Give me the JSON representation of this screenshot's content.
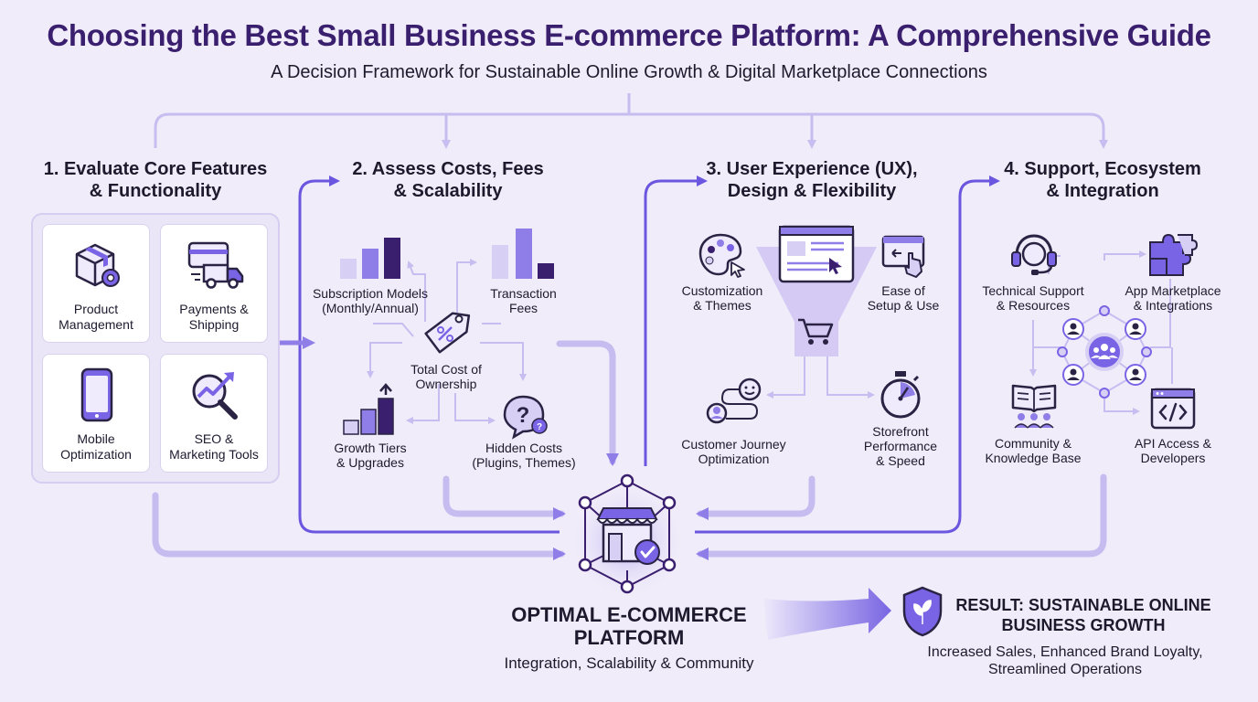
{
  "header": {
    "title": "Choosing the Best Small Business E-commerce Platform: A Comprehensive Guide",
    "subtitle": "A Decision Framework for Sustainable Online Growth & Digital Marketplace Connections"
  },
  "sections": [
    {
      "line1": "1. Evaluate Core Features",
      "line2": "& Functionality"
    },
    {
      "line1": "2. Assess Costs, Fees",
      "line2": "& Scalability"
    },
    {
      "line1": "3. User Experience (UX),",
      "line2": "Design & Flexibility"
    },
    {
      "line1": "4. Support, Ecosystem",
      "line2": "& Integration"
    }
  ],
  "features": [
    {
      "line1": "Product",
      "line2": "Management",
      "icon": "box-gear-icon"
    },
    {
      "line1": "Payments &",
      "line2": "Shipping",
      "icon": "card-truck-icon"
    },
    {
      "line1": "Mobile",
      "line2": "Optimization",
      "icon": "mobile-icon"
    },
    {
      "line1": "SEO &",
      "line2": "Marketing Tools",
      "icon": "seo-magnifier-icon"
    }
  ],
  "costs": {
    "subscription": {
      "line1": "Subscription Models",
      "line2": "(Monthly/Annual)"
    },
    "transaction": {
      "line1": "Transaction",
      "line2": "Fees"
    },
    "tco": {
      "line1": "Total Cost of",
      "line2": "Ownership"
    },
    "growth": {
      "line1": "Growth Tiers",
      "line2": "& Upgrades"
    },
    "hidden": {
      "line1": "Hidden Costs",
      "line2": "(Plugins, Themes)"
    }
  },
  "ux": {
    "customization": {
      "line1": "Customization",
      "line2": "& Themes"
    },
    "ease": {
      "line1": "Ease of",
      "line2": "Setup & Use"
    },
    "journey": {
      "line1": "Customer Journey",
      "line2": "Optimization"
    },
    "performance": {
      "line1": "Storefront",
      "line2": "Performance",
      "line3": "& Speed"
    }
  },
  "support": {
    "technical": {
      "line1": "Technical Support",
      "line2": "& Resources"
    },
    "app": {
      "line1": "App Marketplace",
      "line2": "& Integrations"
    },
    "community": {
      "line1": "Community &",
      "line2": "Knowledge Base"
    },
    "api": {
      "line1": "API Access &",
      "line2": "Developers"
    }
  },
  "hub": {
    "line1": "OPTIMAL E-COMMERCE",
    "line2": "PLATFORM",
    "subtitle": "Integration, Scalability & Community"
  },
  "result": {
    "line1": "RESULT: SUSTAINABLE ONLINE",
    "line2": "BUSINESS GROWTH",
    "sub1": "Increased Sales, Enhanced Brand Loyalty,",
    "sub2": "Streamlined Operations"
  },
  "colors": {
    "accent": "#6b56e0",
    "dark_purple": "#3a1f6e",
    "light_purple": "#c8bdf0",
    "background": "#f0ecf9"
  }
}
